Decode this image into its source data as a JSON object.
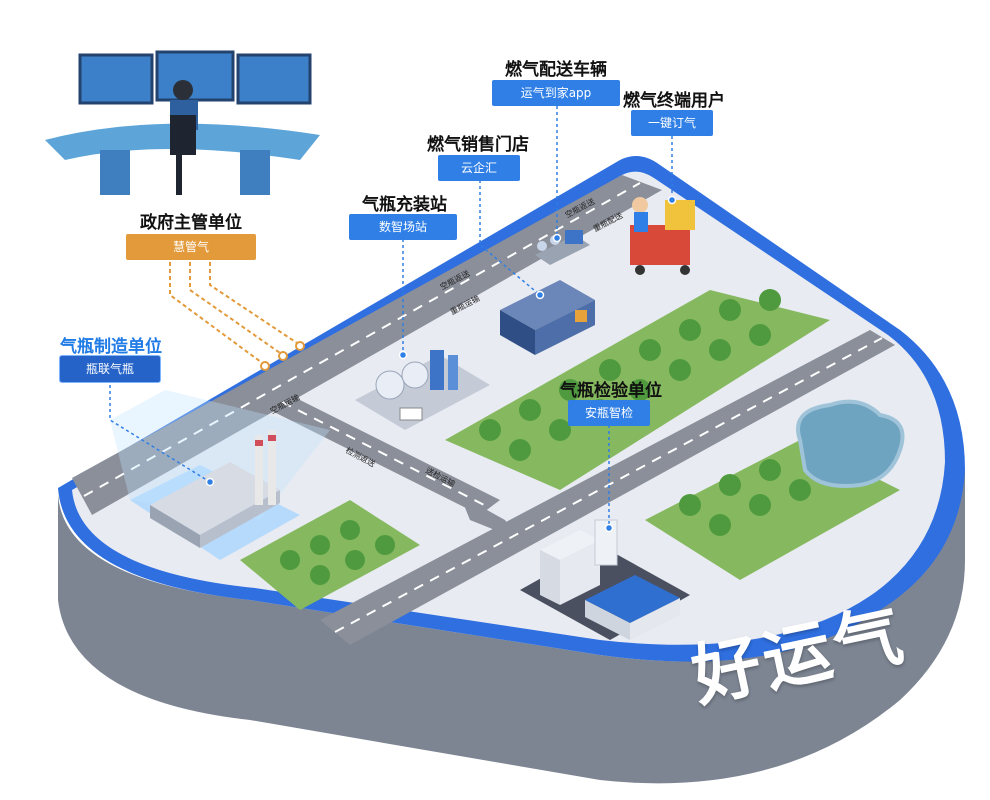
{
  "brand": "好运气",
  "nodes": {
    "gov": {
      "title": "政府主管单位",
      "tag": "慧管气"
    },
    "manufacturer": {
      "title": "气瓶制造单位",
      "tag": "瓶联气瓶"
    },
    "filling": {
      "title": "气瓶充装站",
      "tag": "数智场站"
    },
    "store": {
      "title": "燃气销售门店",
      "tag": "云企汇"
    },
    "vehicle": {
      "title": "燃气配送车辆",
      "tag": "运气到家app"
    },
    "user": {
      "title": "燃气终端用户",
      "tag": "一键订气"
    },
    "inspection": {
      "title": "气瓶检验单位",
      "tag": "安瓶智检"
    }
  },
  "road_labels": {
    "empty_return_1": "空瓶返送",
    "heavy_transport_1": "重瓶运输",
    "empty_return_2": "空瓶返送",
    "heavy_delivery": "重瓶配送",
    "empty_transport": "空瓶运输",
    "inspect_return": "检测返送",
    "send_inspect": "送检运输"
  },
  "colors": {
    "accent_blue": "#2f7fe6",
    "gov_orange": "#e29a3a",
    "base_blue": "#2f6fe0",
    "road_gray": "#8a8f99",
    "ground": "#e8ebf2",
    "park_green": "#7cb35a"
  }
}
